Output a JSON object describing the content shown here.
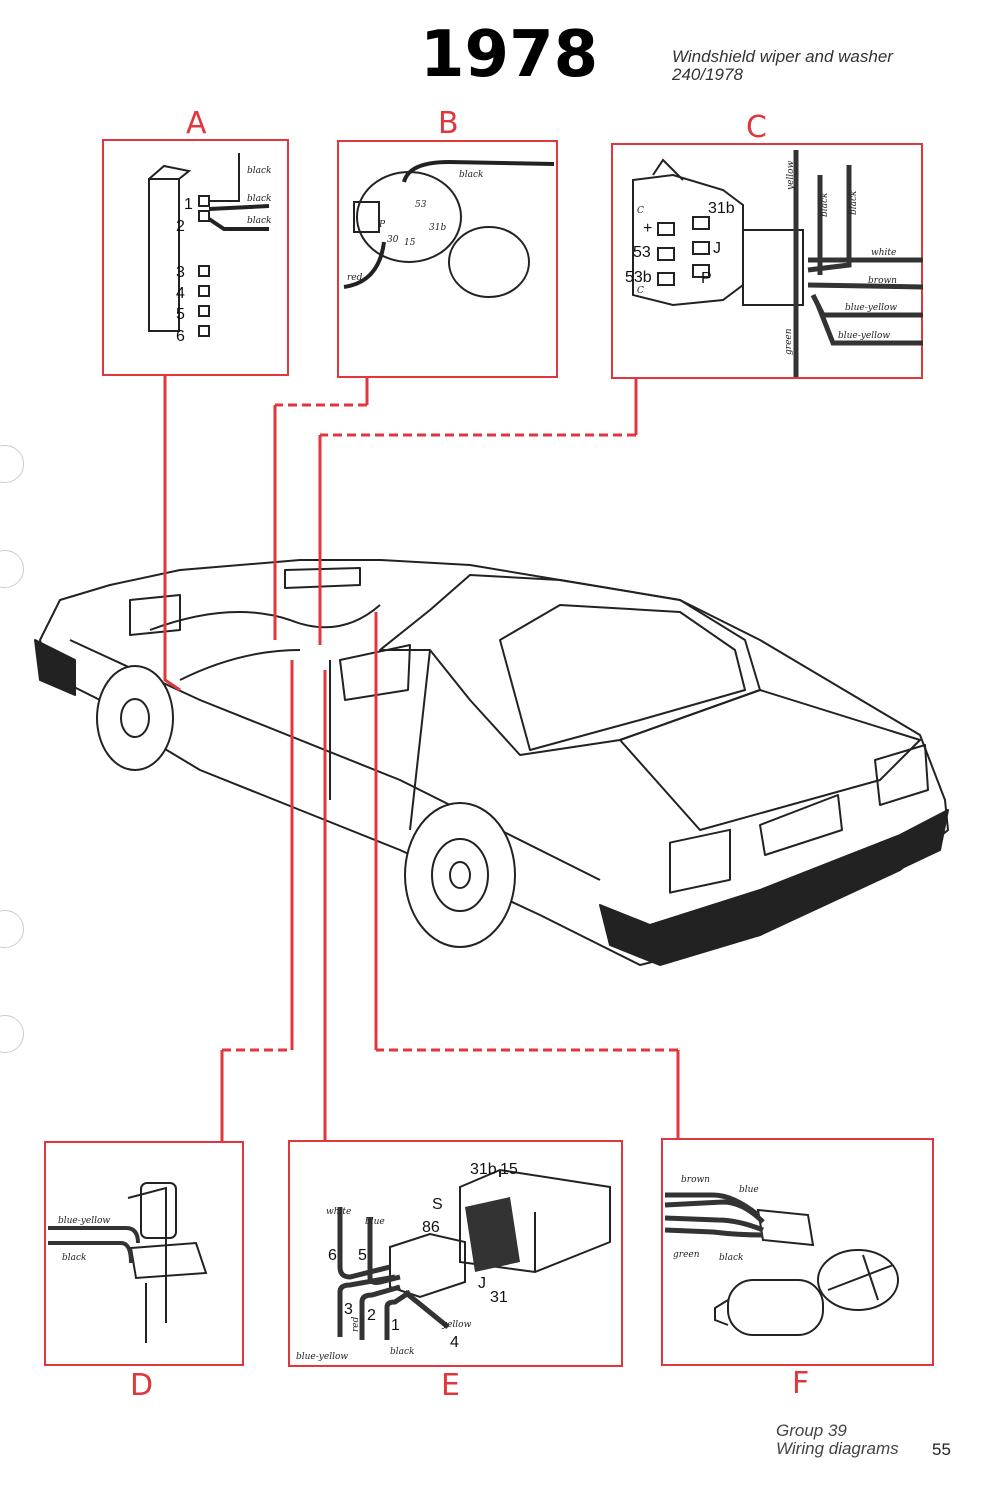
{
  "title": "1978",
  "caption": {
    "line1": "Windshield wiper and washer",
    "line2": "240/1978"
  },
  "colors": {
    "accent": "#e0363c",
    "ink": "#222222"
  },
  "boxes": {
    "A": {
      "letter": "A",
      "wires": [
        "black",
        "black",
        "black"
      ],
      "terminals": [
        "1",
        "2",
        "3",
        "4",
        "5",
        "6"
      ]
    },
    "B": {
      "letter": "B",
      "wires": [
        "black",
        "red"
      ],
      "terminals": [
        "53",
        "31b",
        "15",
        "P",
        "30"
      ]
    },
    "C": {
      "letter": "C",
      "wires": [
        "yellow",
        "black",
        "black",
        "white",
        "brown",
        "blue-yellow",
        "blue-yellow",
        "green"
      ],
      "terminals": [
        "31b",
        "+",
        "53",
        "J",
        "53b",
        "P",
        "C",
        "C"
      ]
    },
    "D": {
      "letter": "D",
      "wires": [
        "blue-yellow",
        "black"
      ]
    },
    "E": {
      "letter": "E",
      "wires": [
        "white",
        "blue",
        "red",
        "yellow",
        "black",
        "blue-yellow"
      ],
      "terminals": [
        "6",
        "5",
        "3",
        "2",
        "1",
        "4",
        "31b",
        "15",
        "S",
        "86",
        "J",
        "31"
      ]
    },
    "F": {
      "letter": "F",
      "wires": [
        "brown",
        "blue",
        "green",
        "black"
      ]
    }
  },
  "footer": {
    "group": "Group 39",
    "section": "Wiring diagrams",
    "page": "55"
  }
}
